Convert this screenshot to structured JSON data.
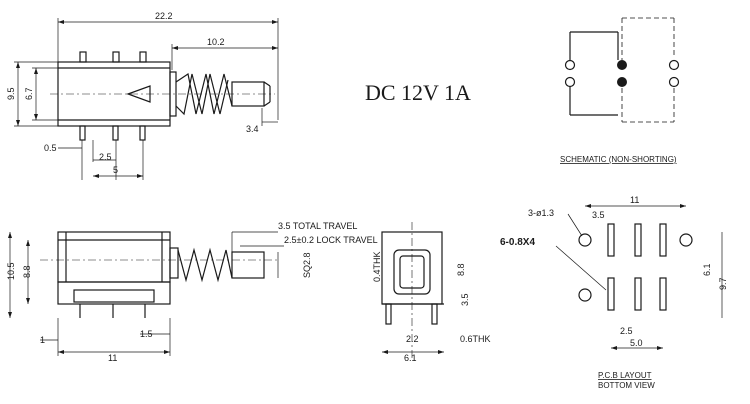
{
  "rating": "DC 12V 1A",
  "schematic_title": "SCHEMATIC (NON-SHORTING)",
  "pcb_title_line1": "P.C.B LAYOUT",
  "pcb_title_line2": "BOTTOM VIEW",
  "top_view_dims": {
    "length": "22.2",
    "plunger": "10.2",
    "height": "9.5",
    "inner_height": "6.7",
    "pin_offset": "0.5",
    "pin_pitch": "2.5",
    "pin_span": "5",
    "tip": "3.4"
  },
  "side_view_dims": {
    "height": "10.5",
    "inner_height": "8.8",
    "total_travel": "3.5 TOTAL TRAVEL",
    "lock_travel": "2.5±0.2 LOCK TRAVEL",
    "square": "SQ2.8",
    "pin_offset": "1",
    "pin_spacing": "1.5",
    "length": "11"
  },
  "front_view_dims": {
    "thickness": "0.4THK",
    "height": "8.8",
    "inner": "3.5",
    "pin_gap": "2.2",
    "pin_thk": "0.6THK",
    "width": "6.1"
  },
  "pcb_dims": {
    "hole_callout": "3-ø1.3",
    "hole_offset": "3.5",
    "width": "11",
    "slot_callout": "6-0.8X4",
    "row_gap": "6.1",
    "height": "9.7",
    "pitch": "2.5",
    "span": "5.0"
  }
}
